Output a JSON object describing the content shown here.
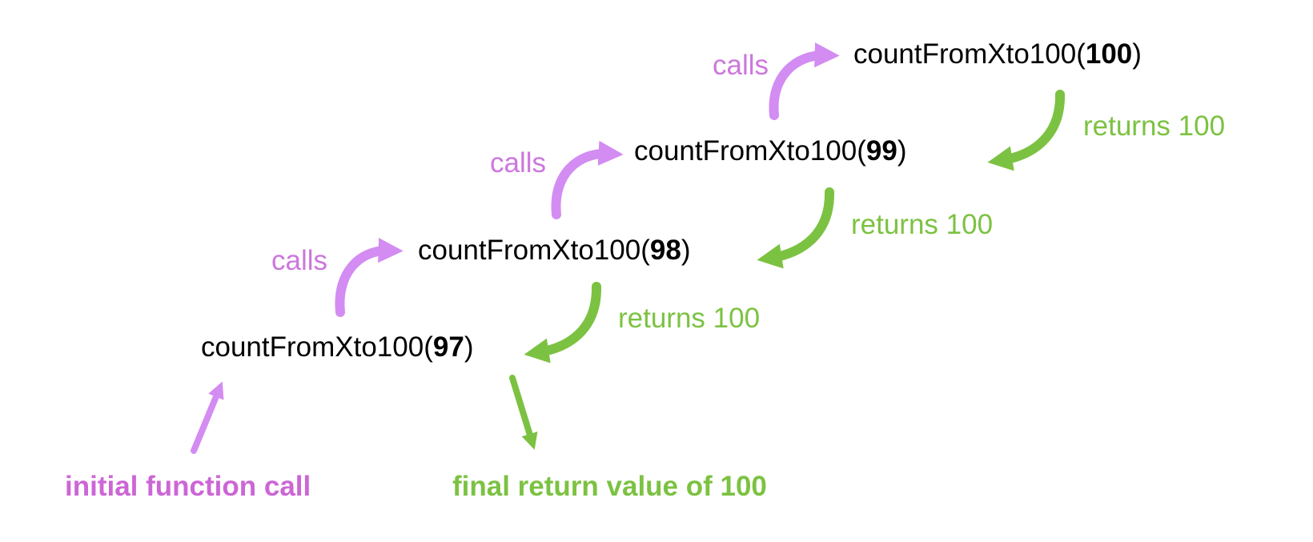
{
  "colors": {
    "call": "#d38cf2",
    "call_text": "#cc77dd",
    "return": "#7cc242",
    "node_text": "#000000"
  },
  "nodes": [
    {
      "prefix": "countFromXto100(",
      "arg": "97",
      "suffix": ")"
    },
    {
      "prefix": "countFromXto100(",
      "arg": "98",
      "suffix": ")"
    },
    {
      "prefix": "countFromXto100(",
      "arg": "99",
      "suffix": ")"
    },
    {
      "prefix": "countFromXto100(",
      "arg": "100",
      "suffix": ")"
    }
  ],
  "call_labels": [
    "calls",
    "calls",
    "calls"
  ],
  "return_labels": [
    "returns 100",
    "returns 100",
    "returns 100"
  ],
  "initial_caption": "initial function call",
  "final_caption": "final return value of 100"
}
